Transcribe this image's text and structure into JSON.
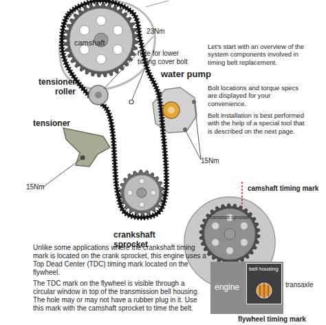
{
  "diagram": {
    "nodes": [
      {
        "text": [
          "engine"
        ]
      },
      {
        "text": [
          "bell housing"
        ],
        "in": 0
      }
    ],
    "labels": [
      "camshaft",
      "23Nm",
      "tensioner roller",
      "hole for lower timing cover bolt",
      "water pump",
      "Let's start with an overview of the system components involved in timing belt replacement.",
      "Bolt locations and torque specs are displayed for your convenience.",
      "Belt installation is best performed with the help of a special tool that is described on the next page.",
      "tensioner",
      "15Nm",
      "15Nm",
      "crankshaft sprocket",
      "camshaft timing mark",
      "camshaft sprocket",
      "transaxle",
      "flywheel timing mark",
      "Unlike some applications where the crankshaft timing mark is located on the crank sprocket, this engine uses a Top Dead Center (TDC) timing mark located on the flywheel.",
      "The TDC mark on the flywheel is visible through a circular window in top of the transmission bell housing. The hole may or may not have a rubber plug in it. Use this mark with the camshaft sprocket to time the belt."
    ]
  }
}
